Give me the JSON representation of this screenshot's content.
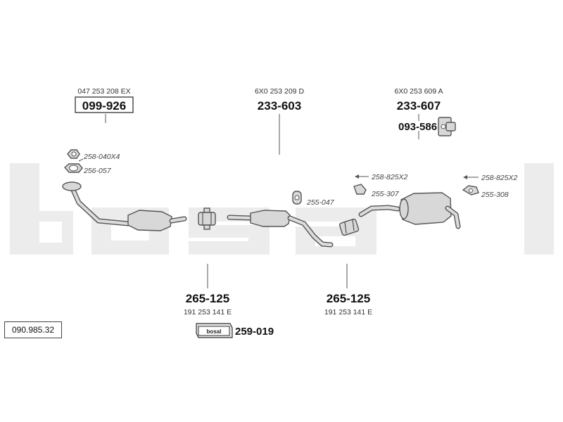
{
  "watermark": "bosal",
  "catalog_number": "090.985.32",
  "parts": [
    {
      "oe": "047 253 208 EX",
      "number": "099-926"
    },
    {
      "oe": "6X0 253 209 D",
      "number": "233-603"
    },
    {
      "oe": "6X0 253 609 A",
      "number": "233-607"
    },
    {
      "number": "093-586"
    },
    {
      "oe": "191 253 141 E",
      "number": "265-125"
    },
    {
      "oe": "191 253 141 E",
      "number": "265-125"
    },
    {
      "number": "259-019",
      "box_label": "bosal"
    }
  ],
  "fittings": [
    {
      "ref": "258-040X4"
    },
    {
      "ref": "256-057"
    },
    {
      "ref": "255-047"
    },
    {
      "ref": "258-825X2"
    },
    {
      "ref": "255-307"
    },
    {
      "ref": "258-825X2"
    },
    {
      "ref": "255-308"
    }
  ]
}
